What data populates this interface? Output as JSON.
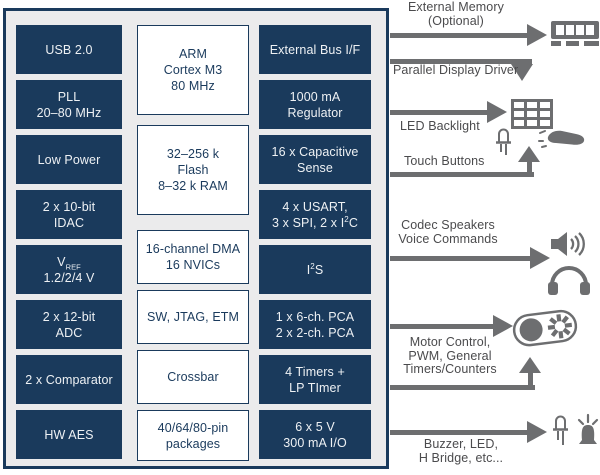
{
  "colors": {
    "navy": "#1a3a5c",
    "block_text": "#eef1f4",
    "board_background": "#ebebec",
    "arrow_gray": "#6d6e70",
    "label_text": "#4b4b4d",
    "white_block": "#ffffff"
  },
  "board": {
    "left_column": [
      {
        "id": "usb",
        "lines": [
          "USB 2.0"
        ]
      },
      {
        "id": "pll",
        "lines": [
          "PLL",
          "20–80 MHz"
        ]
      },
      {
        "id": "low-power",
        "lines": [
          "Low Power"
        ]
      },
      {
        "id": "idac",
        "lines": [
          "2 x 10-bit",
          "IDAC"
        ]
      },
      {
        "id": "vref",
        "lines": [
          [
            {
              "t": "V"
            },
            {
              "t": "REF",
              "s": "sub"
            }
          ],
          "1.2/2/4 V"
        ]
      },
      {
        "id": "adc",
        "lines": [
          "2 x 12-bit",
          "ADC"
        ]
      },
      {
        "id": "comparator",
        "lines": [
          "2 x Comparator"
        ]
      },
      {
        "id": "hw-aes",
        "lines": [
          "HW AES"
        ]
      }
    ],
    "middle_column": [
      {
        "id": "arm-core",
        "lines": [
          "ARM",
          "Cortex M3",
          "80 MHz"
        ]
      },
      {
        "id": "flash-ram",
        "lines": [
          "32–256 k",
          "Flash",
          "8–32 k RAM"
        ]
      },
      {
        "id": "dma",
        "lines": [
          "16-channel DMA",
          "16 NVICs"
        ]
      },
      {
        "id": "debug",
        "lines": [
          "SW, JTAG, ETM"
        ]
      },
      {
        "id": "crossbar",
        "lines": [
          "Crossbar"
        ]
      },
      {
        "id": "packages",
        "lines": [
          "40/64/80-pin",
          "packages"
        ]
      }
    ],
    "right_column": [
      {
        "id": "external-bus",
        "lines": [
          "External Bus I/F"
        ]
      },
      {
        "id": "regulator",
        "lines": [
          "1000 mA",
          "Regulator"
        ]
      },
      {
        "id": "capsense",
        "lines": [
          "16 x Capacitive",
          "Sense"
        ]
      },
      {
        "id": "serial",
        "lines": [
          "4 x USART,",
          [
            {
              "t": "3 x SPI, 2 x I"
            },
            {
              "t": "2",
              "s": "sup"
            },
            {
              "t": "C"
            }
          ]
        ]
      },
      {
        "id": "i2s",
        "lines": [
          [
            {
              "t": "I"
            },
            {
              "t": "2",
              "s": "sup"
            },
            {
              "t": "S"
            }
          ]
        ]
      },
      {
        "id": "pca",
        "lines": [
          "1 x 6-ch. PCA",
          "2 x 2-ch. PCA"
        ]
      },
      {
        "id": "timers",
        "lines": [
          "4 Timers +",
          "LP TImer"
        ]
      },
      {
        "id": "io",
        "lines": [
          "6 x 5 V",
          "300 mA I/O"
        ]
      }
    ]
  },
  "peripherals": {
    "external_memory": {
      "line1": "External Memory",
      "line2": "(Optional)"
    },
    "parallel_display": {
      "label": "Parallel Display Driver"
    },
    "led_backlight": {
      "label": "LED Backlight"
    },
    "touch_buttons": {
      "label": "Touch Buttons"
    },
    "codec": {
      "line1": "Codec Speakers",
      "line2": "Voice Commands"
    },
    "motor": {
      "line1": "Motor Control,",
      "line2": "PWM, General",
      "line3": "Timers/Counters"
    },
    "buzzer": {
      "line1": "Buzzer, LED,",
      "line2": "H Bridge, etc..."
    }
  },
  "icons": [
    "memory-module-icon",
    "display-grid-icon",
    "led-icon",
    "swipe-hand-icon",
    "speaker-icon",
    "headphones-icon",
    "motor-icon",
    "led-icon",
    "buzzer-icon"
  ]
}
